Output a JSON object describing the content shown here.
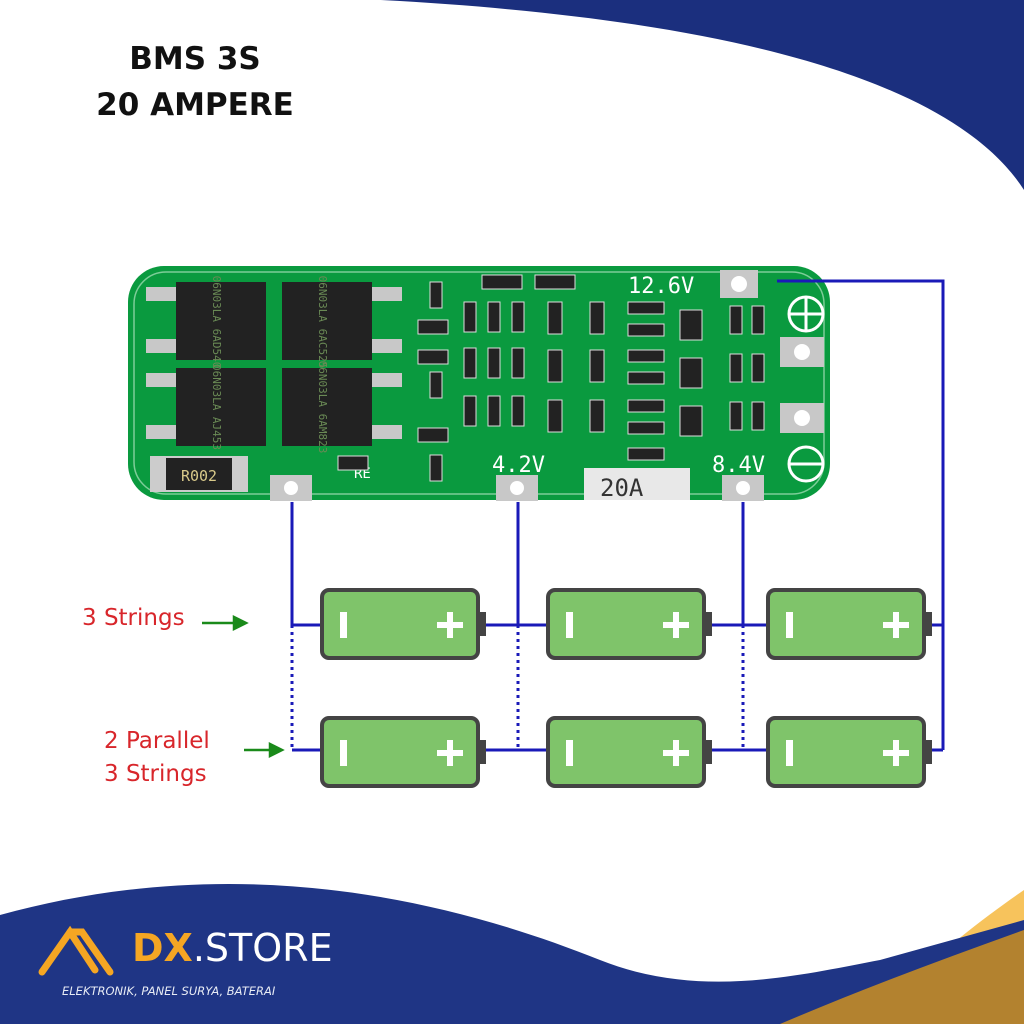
{
  "title": {
    "line1": "BMS 3S",
    "line2": "20 AMPERE"
  },
  "pcb": {
    "v_top": "12.6V",
    "v_mid1": "4.2V",
    "v_mid2": "8.4V",
    "current": "20A",
    "shunt": "R002",
    "re": "RE",
    "mosfets": [
      "06N03LA 6AD540",
      "06N03LA 6AC525",
      "06N03LA AJ453",
      "06N03LA 6AM823"
    ],
    "plus_symbol": "+",
    "minus_symbol": "−"
  },
  "diagram": {
    "row1_label": "3 Strings",
    "row2_label_line1": "2 Parallel",
    "row2_label_line2": "3 Strings",
    "battery_minus": "I",
    "battery_plus": "+"
  },
  "footer": {
    "brand_bold": "DX",
    "brand_rest": ".STORE",
    "tagline": "ELEKTRONIK, PANEL SURYA, BATERAI"
  },
  "colors": {
    "navy": "#1b2f7e",
    "gold": "#b3822f",
    "pcb": "#0a9a3f",
    "battery": "#7fc46a",
    "wire": "#1a1ab8",
    "label": "#d8262b",
    "arrow": "#1a8a1a"
  }
}
